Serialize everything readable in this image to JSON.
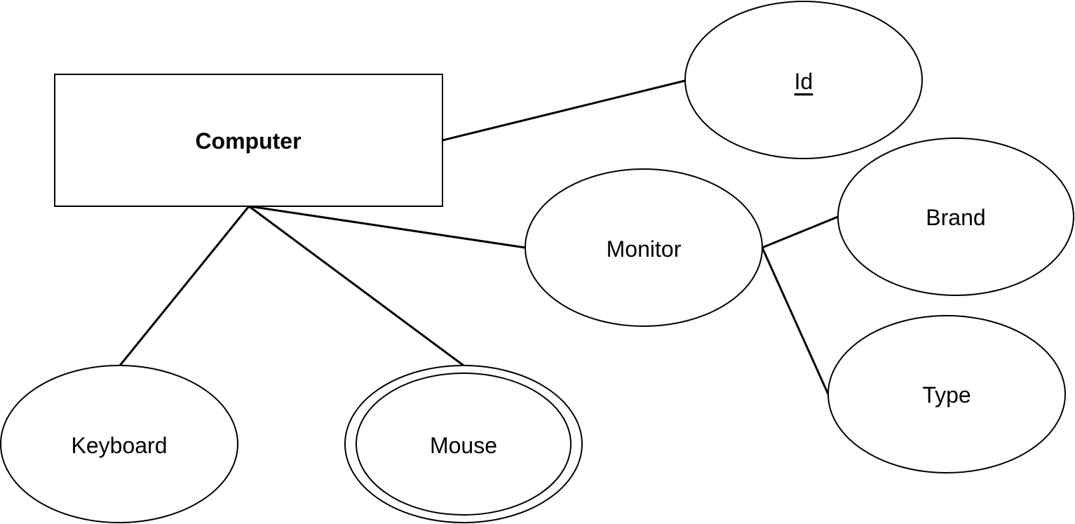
{
  "entity": {
    "name": "Computer"
  },
  "attributes": {
    "id": {
      "label": "Id",
      "type": "key"
    },
    "monitor": {
      "label": "Monitor",
      "type": "composite"
    },
    "brand": {
      "label": "Brand",
      "type": "simple"
    },
    "type": {
      "label": "Type",
      "type": "simple"
    },
    "keyboard": {
      "label": "Keyboard",
      "type": "simple"
    },
    "mouse": {
      "label": "Mouse",
      "type": "multivalued"
    }
  },
  "relationships": [
    {
      "from": "entity",
      "to": "id"
    },
    {
      "from": "entity",
      "to": "monitor"
    },
    {
      "from": "entity",
      "to": "keyboard"
    },
    {
      "from": "entity",
      "to": "mouse"
    },
    {
      "from": "monitor",
      "to": "brand"
    },
    {
      "from": "monitor",
      "to": "type"
    }
  ],
  "colors": {
    "stroke": "#000000",
    "fill": "#ffffff"
  }
}
